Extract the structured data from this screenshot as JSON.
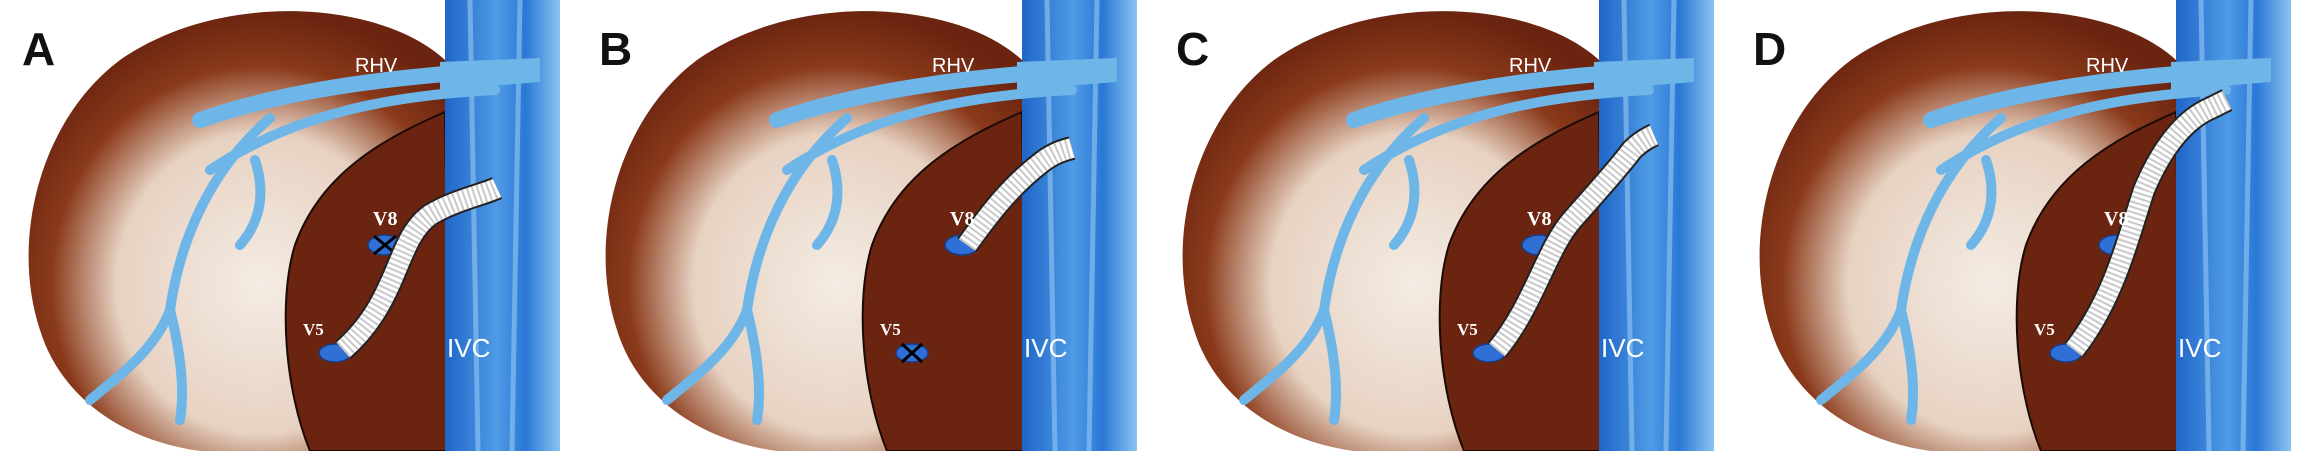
{
  "labels": {
    "rhv": "RHV",
    "ivc": "IVC",
    "v8": "V8",
    "v5": "V5"
  },
  "colors": {
    "liver_dark": "#6b2410",
    "liver_mid": "#8a3a1a",
    "liver_light": "#f4ece4",
    "vein": "#6fb6e8",
    "vein_dark": "#3a7fd0",
    "ivc": "#2a78d6",
    "stump": "#2f6fd6"
  },
  "panels": [
    {
      "id": "A",
      "letter": "A",
      "graft": "v5-stub",
      "ligated": "v8"
    },
    {
      "id": "B",
      "letter": "B",
      "graft": "v8-stub",
      "ligated": "v5"
    },
    {
      "id": "C",
      "letter": "C",
      "graft": "v5-v8-ivc",
      "ligated": ""
    },
    {
      "id": "D",
      "letter": "D",
      "graft": "v5-v8-rhv",
      "ligated": ""
    }
  ]
}
